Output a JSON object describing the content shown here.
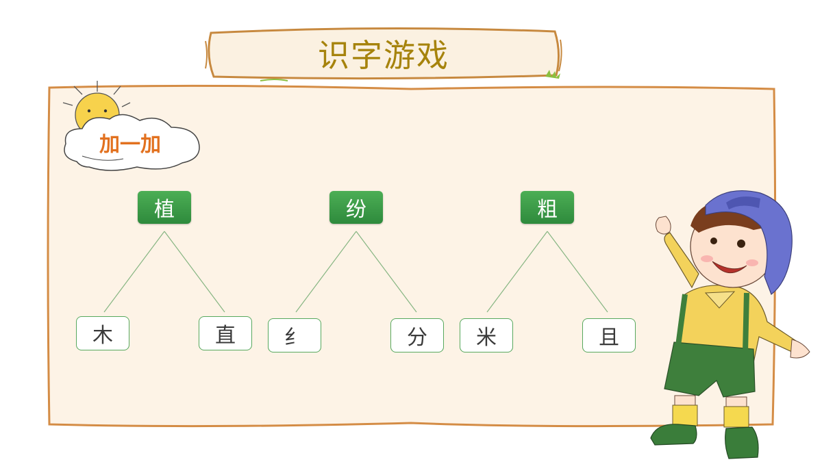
{
  "page": {
    "title": "识字游戏",
    "section_label": "加一加"
  },
  "groups": [
    {
      "top": "植",
      "left_part": "木",
      "right_part": "直"
    },
    {
      "top": "纷",
      "left_part": "纟",
      "right_part": "分"
    },
    {
      "top": "粗",
      "left_part": "米",
      "right_part": "且"
    }
  ],
  "colors": {
    "board_fill": "#fdf3e6",
    "board_border": "#d48c45",
    "title_color": "#a6830c",
    "section_label_color": "#e2711f",
    "box_green": "#3a9a46",
    "line_green": "#86b582"
  },
  "icons": {
    "sun": "sun-icon",
    "cloud": "cloud-icon",
    "character": "boy-cartoon-illustration"
  }
}
